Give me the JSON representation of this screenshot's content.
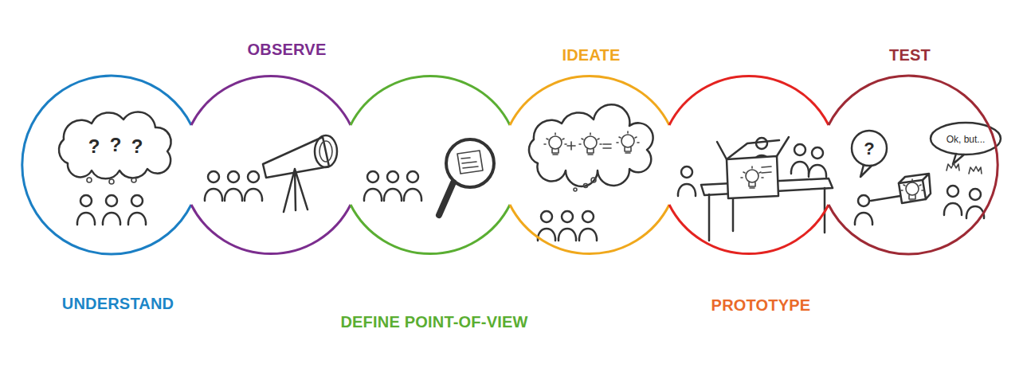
{
  "diagram": {
    "nodes": [
      {
        "text": [
          "UNDERSTAND"
        ]
      },
      {
        "text": [
          "OBSERVE"
        ]
      },
      {
        "text": [
          "DEFINE POINT-OF-VIEW"
        ]
      },
      {
        "text": [
          "IDEATE"
        ]
      },
      {
        "text": [
          "PROTOTYPE"
        ]
      },
      {
        "text": [
          "TEST"
        ]
      }
    ],
    "labels": [
      "?",
      "?",
      "?",
      "?",
      "Ok, but..."
    ]
  }
}
